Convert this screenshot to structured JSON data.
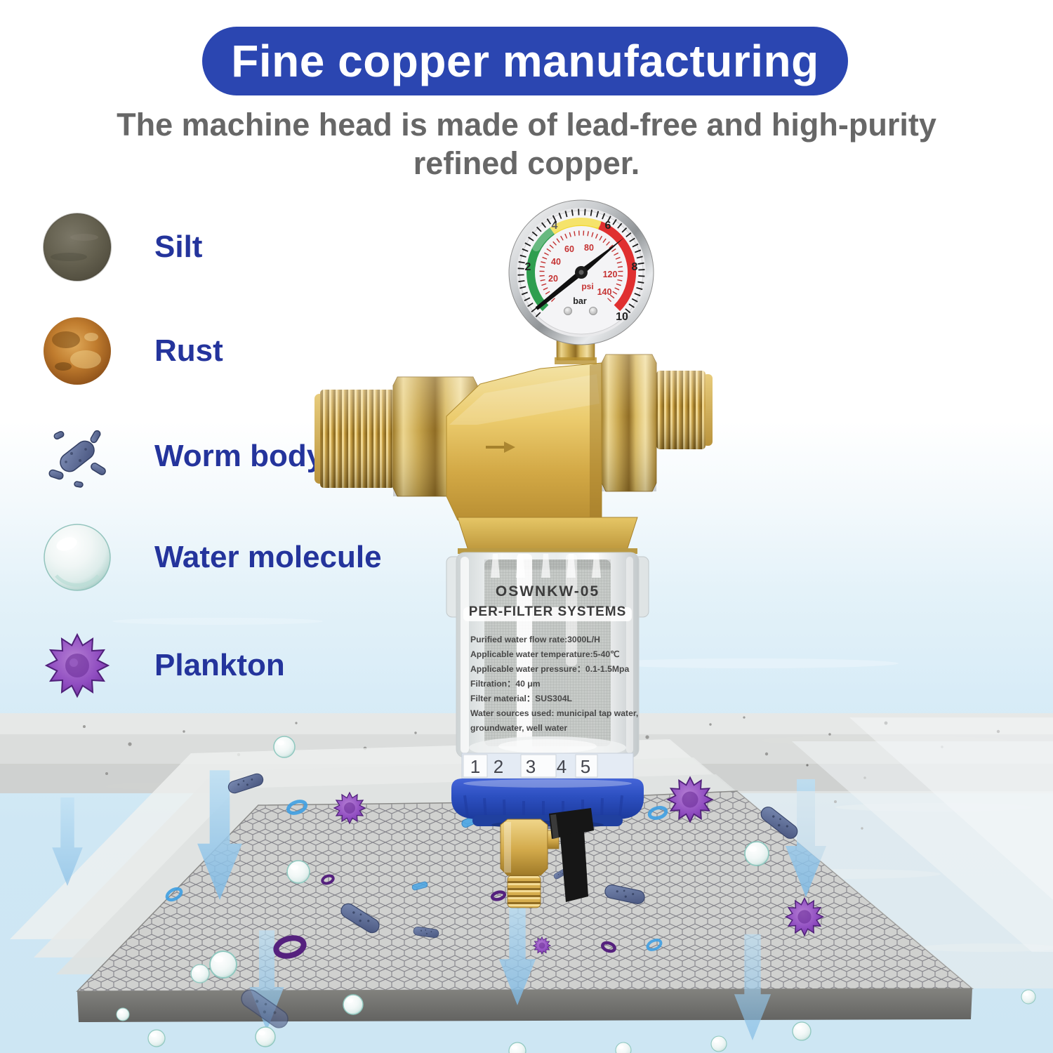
{
  "banner": {
    "title": "Fine copper manufacturing"
  },
  "subtitle": {
    "line1": "The machine head is made of lead-free and high-purity",
    "line2": "refined copper."
  },
  "contaminants": {
    "items": [
      {
        "label": "Silt"
      },
      {
        "label": "Rust"
      },
      {
        "label": "Worm body"
      },
      {
        "label": "Water molecule"
      },
      {
        "label": "Plankton"
      }
    ]
  },
  "gauge": {
    "psi_unit": "psi",
    "bar_unit": "bar",
    "bar_ticks": [
      "2",
      "4",
      "6",
      "8",
      "10"
    ],
    "psi_ticks": [
      "20",
      "40",
      "60",
      "80",
      "120",
      "140"
    ]
  },
  "filter_label": {
    "model": "OSWNKW-05",
    "system": "PER-FILTER SYSTEMS",
    "specs": [
      "Purified water flow rate:3000L/H",
      "Applicable water temperature:5-40℃",
      "Applicable water pressure：0.1-1.5Mpa",
      "Filtration：40 μm",
      "Filter material：SUS304L",
      "Water sources used: municipal tap water,",
      "groundwater, well water"
    ]
  },
  "scale_band": {
    "numbers": [
      "1",
      "2",
      "3",
      "4",
      "5"
    ]
  },
  "colors": {
    "banner_bg": "#2b46b1",
    "label_blue": "#24349c",
    "cap_blue": "#2c4fc0",
    "brass": "#e3bc5a",
    "arrow_blue": "#8fc4e8",
    "mesh_gray": "#d0d1cf"
  }
}
